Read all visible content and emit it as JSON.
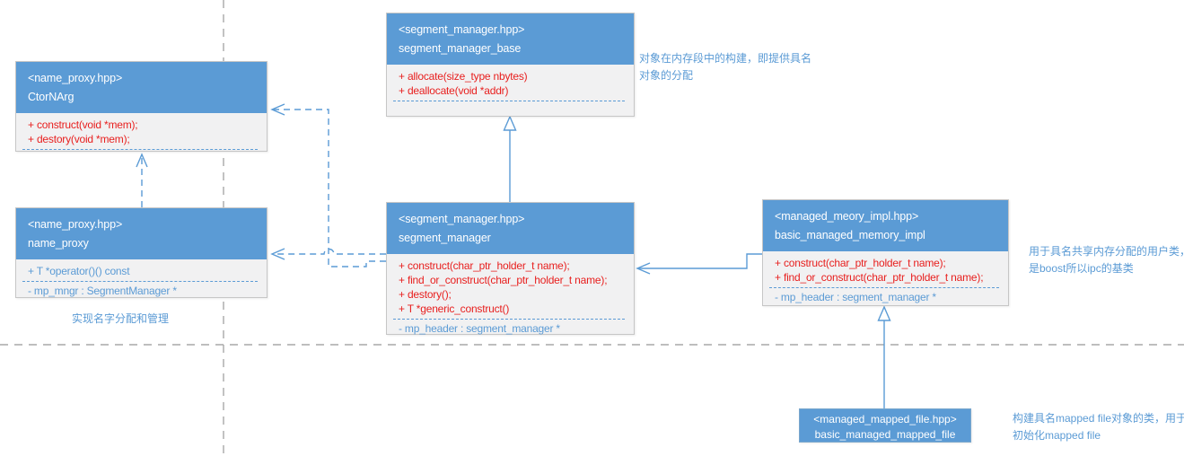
{
  "classes": {
    "ctor_narg": {
      "file": "<name_proxy.hpp>",
      "name": "CtorNArg",
      "methods": [
        "+ construct(void *mem);",
        "+ destory(void *mem);"
      ]
    },
    "name_proxy": {
      "file": "<name_proxy.hpp>",
      "name": "name_proxy",
      "methods": [
        "+ T *operator()() const"
      ],
      "fields": [
        "- mp_mngr : SegmentManager *"
      ]
    },
    "segment_manager_base": {
      "file": "<segment_manager.hpp>",
      "name": "segment_manager_base",
      "methods": [
        "+ allocate(size_type nbytes)",
        "+ deallocate(void *addr)"
      ]
    },
    "segment_manager": {
      "file": "<segment_manager.hpp>",
      "name": "segment_manager",
      "methods": [
        "+ construct(char_ptr_holder_t name);",
        "+ find_or_construct(char_ptr_holder_t name);",
        "+ destory();",
        "+ T *generic_construct()"
      ],
      "fields": [
        "- mp_header : segment_manager *"
      ]
    },
    "managed_memory_impl": {
      "file": "<managed_meory_impl.hpp>",
      "name": "basic_managed_memory_impl",
      "methods": [
        "+ construct(char_ptr_holder_t name);",
        "+ find_or_construct(char_ptr_holder_t name);"
      ],
      "fields": [
        "- mp_header : segment_manager *"
      ]
    },
    "managed_mapped_file": {
      "file": "<managed_mapped_file.hpp>",
      "name": "basic_managed_mapped_file"
    }
  },
  "annotations": {
    "segment_base": "对象在内存段中的构建，即提供具名对象的分配",
    "memory_impl": "用于具名共享内存分配的用户类，是boost所以ipc的基类",
    "name_mgmt": "实现名字分配和管理",
    "mapped_file": "构建具名mapped file对象的类，用于初始化mapped file"
  },
  "colors": {
    "header_blue": "#5b9bd5",
    "body_background": "#f1f1f2",
    "box_border": "#c6c6c6",
    "method_red": "#e8201f",
    "accent_blue": "#5b9bd5",
    "page_break_gray": "#a8a8a8"
  }
}
